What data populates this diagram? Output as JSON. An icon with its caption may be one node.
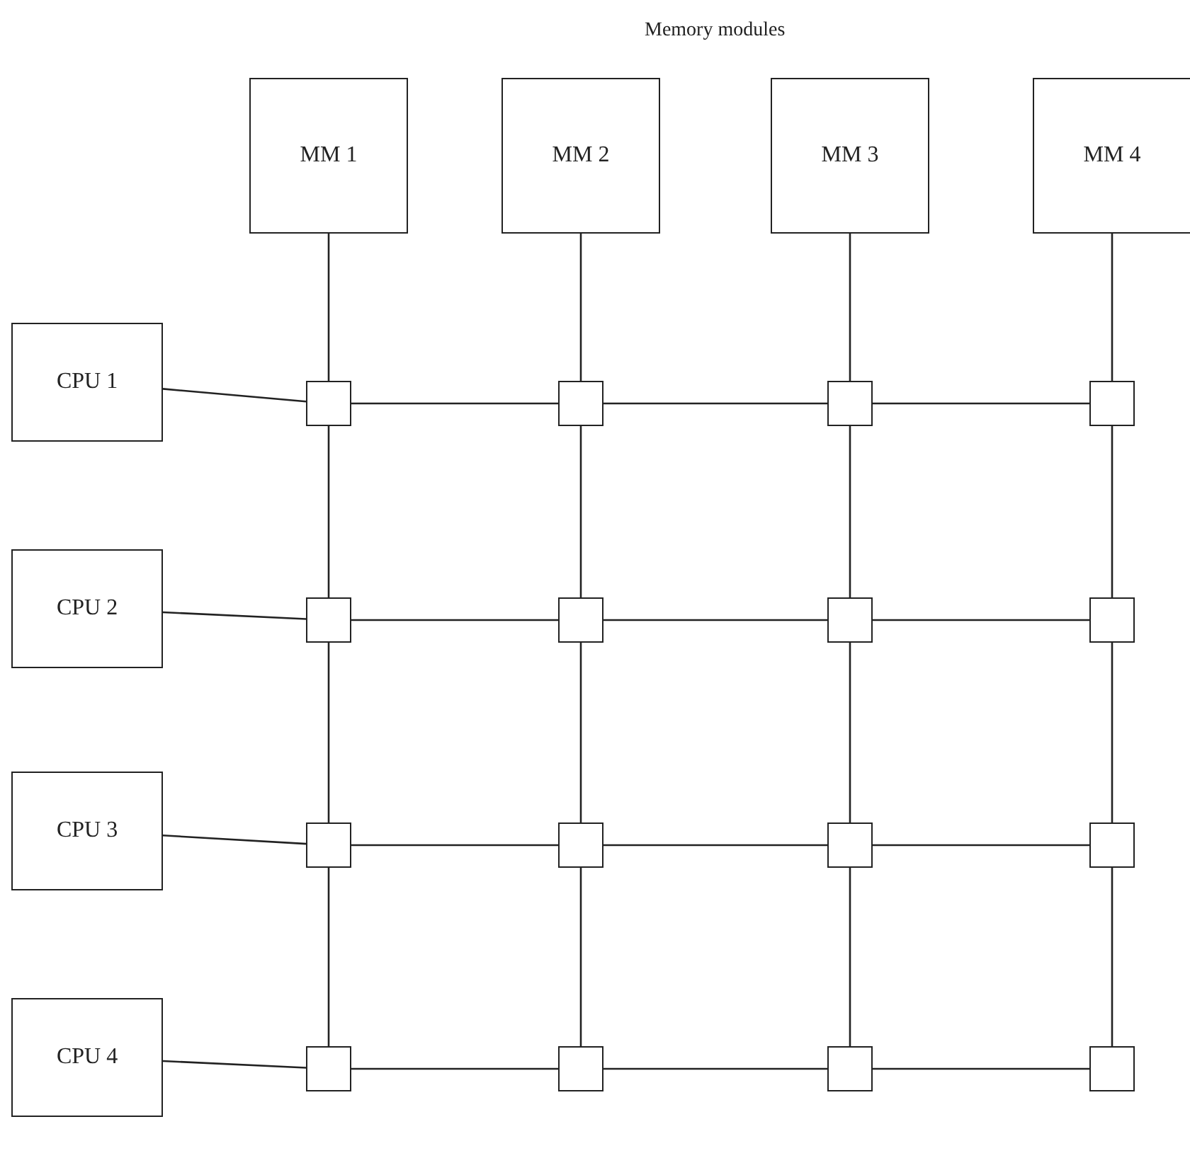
{
  "diagram": {
    "nodes": [
      {
        "text": [
          "MM 1"
        ]
      },
      {
        "text": [
          "MM 2"
        ]
      },
      {
        "text": [
          "MM 3"
        ]
      },
      {
        "text": [
          "MM 4"
        ]
      },
      {
        "text": [
          "CPU 1"
        ]
      },
      {
        "text": [
          "CPU 2"
        ]
      },
      {
        "text": [
          "CPU 3"
        ]
      },
      {
        "text": [
          "CPU 4"
        ]
      },
      {
        "text": [],
        "shape": "box"
      },
      {
        "text": [],
        "shape": "box"
      },
      {
        "text": [],
        "shape": "box"
      },
      {
        "text": [],
        "shape": "box"
      },
      {
        "text": [],
        "shape": "box"
      },
      {
        "text": [],
        "shape": "box"
      },
      {
        "text": [],
        "shape": "box"
      },
      {
        "text": [],
        "shape": "box"
      },
      {
        "text": [],
        "shape": "box"
      },
      {
        "text": [],
        "shape": "box"
      },
      {
        "text": [],
        "shape": "box"
      },
      {
        "text": [],
        "shape": "box"
      },
      {
        "text": [],
        "shape": "box"
      },
      {
        "text": [],
        "shape": "box"
      },
      {
        "text": [],
        "shape": "box"
      },
      {
        "text": [],
        "shape": "box"
      }
    ],
    "edges": [
      {
        "from": 0,
        "to": 8,
        "arrow": "none"
      },
      {
        "from": 1,
        "to": 9,
        "arrow": "none"
      },
      {
        "from": 2,
        "to": 10,
        "arrow": "none"
      },
      {
        "from": 3,
        "to": 11,
        "arrow": "none"
      },
      {
        "from": 4,
        "to": 8,
        "arrow": "none"
      },
      {
        "from": 8,
        "to": 9,
        "arrow": "none"
      },
      {
        "from": 9,
        "to": 10,
        "arrow": "none"
      },
      {
        "from": 10,
        "to": 11,
        "arrow": "none"
      },
      {
        "from": 8,
        "to": 12,
        "arrow": "none"
      },
      {
        "from": 9,
        "to": 13,
        "arrow": "none"
      },
      {
        "from": 10,
        "to": 14,
        "arrow": "none"
      },
      {
        "from": 11,
        "to": 15,
        "arrow": "none"
      },
      {
        "from": 5,
        "to": 12,
        "arrow": "none"
      },
      {
        "from": 12,
        "to": 13,
        "arrow": "none"
      },
      {
        "from": 13,
        "to": 14,
        "arrow": "none"
      },
      {
        "from": 14,
        "to": 15,
        "arrow": "none"
      },
      {
        "from": 12,
        "to": 16,
        "arrow": "none"
      },
      {
        "from": 13,
        "to": 17,
        "arrow": "none"
      },
      {
        "from": 14,
        "to": 18,
        "arrow": "none"
      },
      {
        "from": 15,
        "to": 19,
        "arrow": "none"
      },
      {
        "from": 6,
        "to": 16,
        "arrow": "none"
      },
      {
        "from": 16,
        "to": 17,
        "arrow": "none"
      },
      {
        "from": 17,
        "to": 18,
        "arrow": "none"
      },
      {
        "from": 18,
        "to": 19,
        "arrow": "none"
      },
      {
        "from": 16,
        "to": 20,
        "arrow": "none"
      },
      {
        "from": 17,
        "to": 21,
        "arrow": "none"
      },
      {
        "from": 18,
        "to": 22,
        "arrow": "none"
      },
      {
        "from": 19,
        "to": 23,
        "arrow": "none"
      },
      {
        "from": 7,
        "to": 20,
        "arrow": "none"
      },
      {
        "from": 20,
        "to": 21,
        "arrow": "none"
      },
      {
        "from": 21,
        "to": 22,
        "arrow": "none"
      },
      {
        "from": 22,
        "to": 23,
        "arrow": "none"
      }
    ],
    "labels": [
      "Memory modules"
    ]
  }
}
